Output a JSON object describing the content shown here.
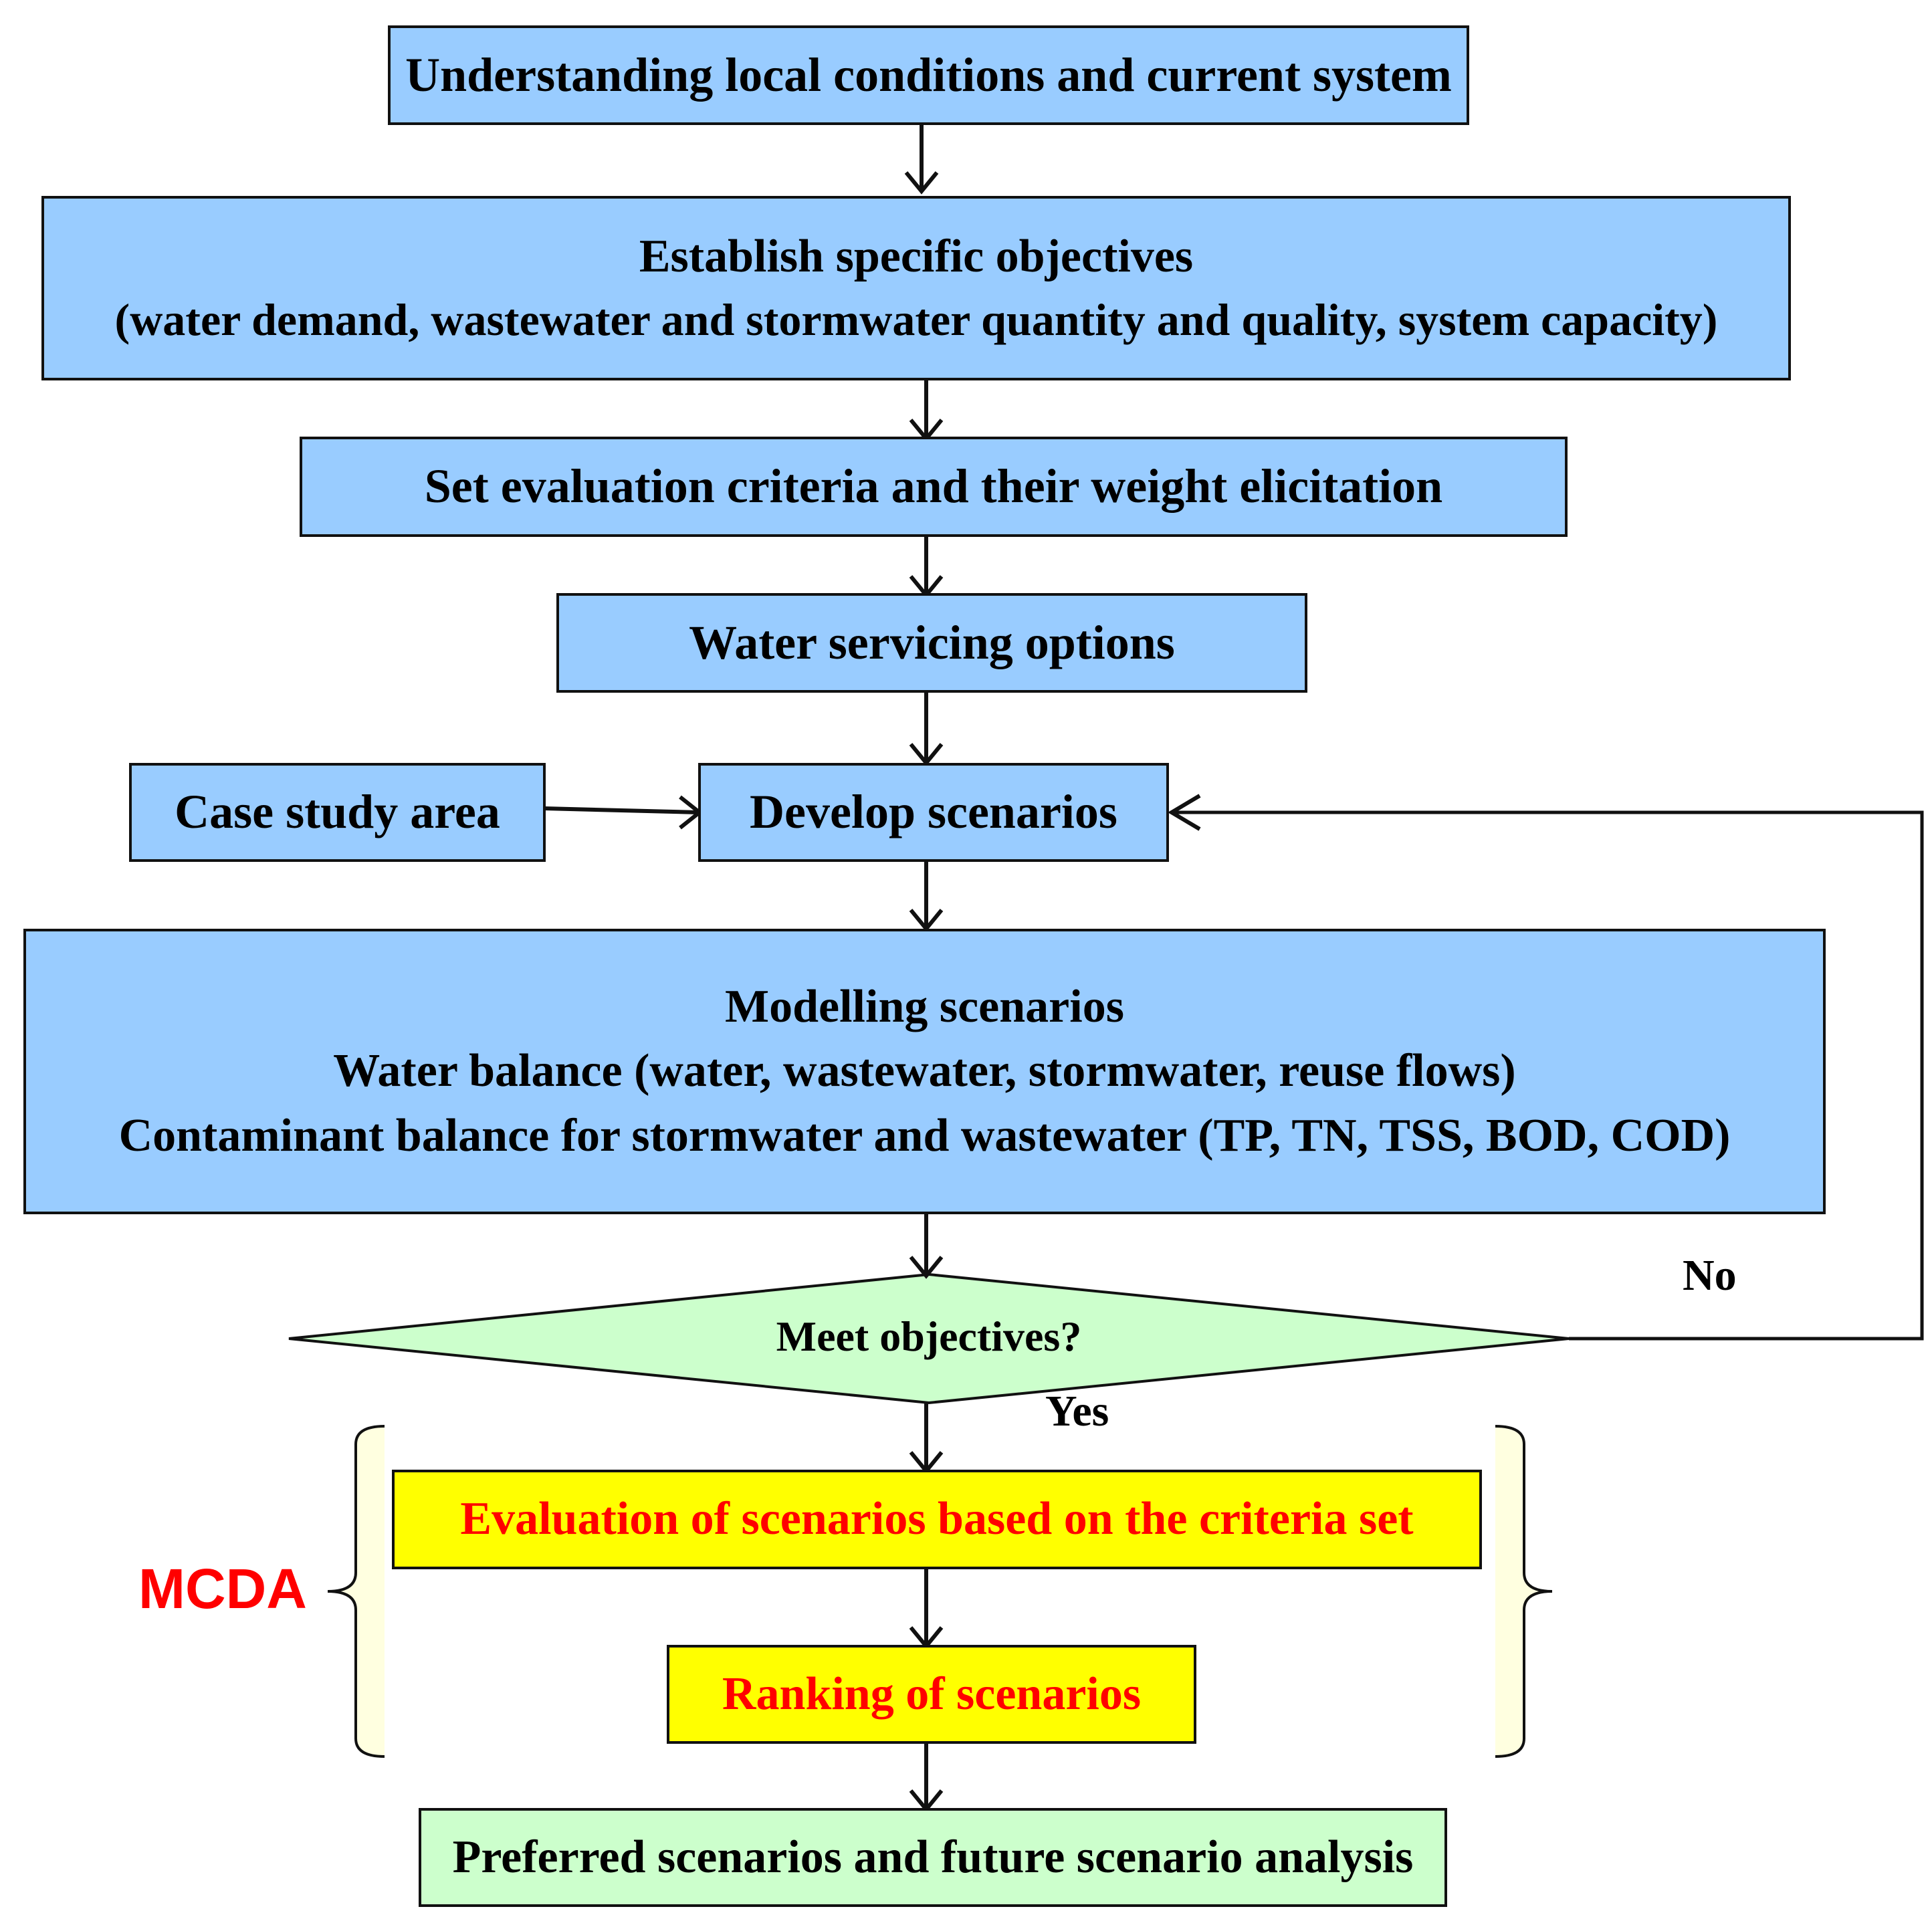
{
  "colors": {
    "process_fill": "#99ccff",
    "mcda_fill": "#ffff00",
    "mcda_text": "#ff0000",
    "decision_fill": "#ccffcc",
    "outcome_fill": "#ccffcc",
    "bracket_fill": "#ffffe0",
    "stroke": "#111111"
  },
  "nodes": {
    "understanding": "Understanding local conditions and current system",
    "objectives": {
      "line1": "Establish specific objectives",
      "line2": "(water demand, wastewater and stormwater quantity and quality, system capacity)"
    },
    "criteria": "Set evaluation criteria and their weight elicitation",
    "options": "Water servicing options",
    "case_study": "Case study area",
    "develop": "Develop scenarios",
    "modelling": {
      "line1": "Modelling scenarios",
      "line2": "Water balance (water, wastewater, stormwater, reuse flows)",
      "line3": "Contaminant balance for stormwater and wastewater (TP, TN, TSS, BOD, COD)"
    },
    "decision": "Meet objectives?",
    "evaluation": "Evaluation of scenarios based on the criteria set",
    "ranking": "Ranking of scenarios",
    "preferred": "Preferred scenarios and future scenario analysis"
  },
  "edge_labels": {
    "no": "No",
    "yes": "Yes"
  },
  "group_label": "MCDA"
}
